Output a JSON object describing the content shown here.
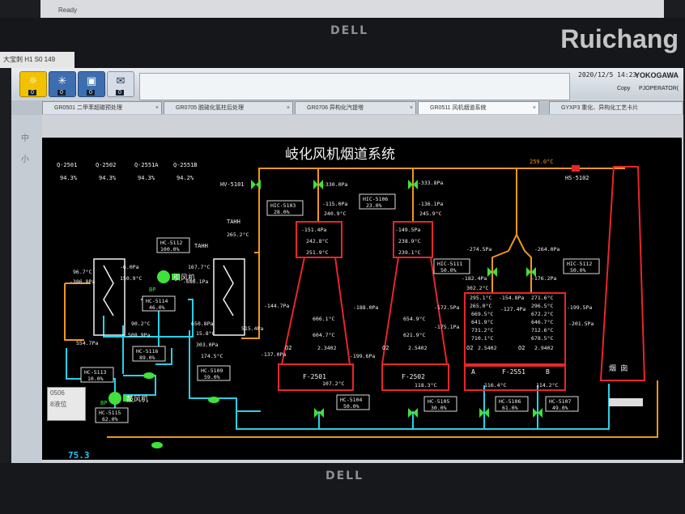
{
  "upper_monitor": {
    "status": "Ready",
    "brand": "DELL"
  },
  "watermark": "Ruichang",
  "sticker": "大宝刺 H1 S0 149",
  "toolbar": {
    "buttons": [
      {
        "icon": "alarm-bell-icon",
        "badge": "0"
      },
      {
        "icon": "process-alarm-icon",
        "badge": "0"
      },
      {
        "icon": "system-alarm-icon",
        "badge": "0"
      },
      {
        "icon": "message-icon",
        "badge": "0"
      }
    ],
    "datetime": "2020/12/5 14:23",
    "brand": "YOKOGAWA",
    "copy": "Copy",
    "operator": "PJOPERATOR("
  },
  "tabs": [
    {
      "label": "GR0501 二甲苯超碳预处理"
    },
    {
      "label": "GR0705 脱硫化氢柱后处理"
    },
    {
      "label": "GR0706 异构化汽提塔"
    },
    {
      "label": "GR0511 风机烟道系统"
    },
    {
      "label": "GYXP3 重化、异构化工艺卡片"
    }
  ],
  "sidebar": {
    "items": [
      "中",
      "小"
    ]
  },
  "graphic": {
    "title": "岐化风机烟道系统",
    "o2_readings": [
      {
        "tag": "Q-2501",
        "value": "94.3%"
      },
      {
        "tag": "Q-2502",
        "value": "94.3%"
      },
      {
        "tag": "Q-2551A",
        "value": "94.3%"
      },
      {
        "tag": "Q-2551B",
        "value": "94.2%"
      }
    ],
    "hv": "HV-5101",
    "hs": "HS-5102",
    "flue_gas_top_temp": "259.0°C",
    "controllers": [
      {
        "tag": "HIC-5103",
        "value": "28.0%"
      },
      {
        "tag": "HIC-5106",
        "value": "23.0%"
      },
      {
        "tag": "HIC-5111",
        "value": "50.0%"
      },
      {
        "tag": "HIC-5112",
        "value": "50.0%"
      },
      {
        "tag": "HC-5112",
        "value": "100.0%"
      },
      {
        "tag": "HC-5114",
        "value": "46.0%"
      },
      {
        "tag": "HC-5116",
        "value": "89.0%"
      },
      {
        "tag": "HC-5109",
        "value": "59.0%"
      },
      {
        "tag": "HC-5113",
        "value": "10.0%"
      },
      {
        "tag": "HC-5115",
        "value": "62.0%"
      },
      {
        "tag": "HC-5104",
        "value": "50.0%"
      },
      {
        "tag": "HC-5105",
        "value": "30.0%"
      },
      {
        "tag": "HC-5106",
        "value": "61.0%"
      },
      {
        "tag": "HC-5107",
        "value": "49.0%"
      }
    ],
    "labels": {
      "tahh1": "TAHH",
      "tahh2": "TAHH",
      "id_fan": "引风机",
      "fd_fan": "鼓风机",
      "bp": "BP",
      "chimney": "烟   囱",
      "o2": "O2",
      "a": "A",
      "b": "B"
    },
    "heaters": [
      {
        "name": "F-2501",
        "readings": [
          "-151.4Pa",
          "242.8°C",
          "251.9°C",
          "606.1°C",
          "604.7°C",
          "2.3402"
        ]
      },
      {
        "name": "F-2502",
        "readings": [
          "-149.5Pa",
          "238.9°C",
          "239.1°C",
          "654.9°C",
          "621.9°C",
          "2.5402"
        ]
      },
      {
        "name": "F-2551",
        "readings": [
          "295.1°C",
          "265.0°C",
          "669.5°C",
          "641.9°C",
          "731.2°C",
          "710.1°C",
          "2.5402",
          "271.6°C",
          "296.5°C",
          "672.2°C",
          "646.7°C",
          "712.6°C",
          "678.5°C",
          "2.9402"
        ]
      }
    ],
    "values": [
      "-330.0Pa",
      "-115.0Pa",
      "240.9°C",
      "-333.8Pa",
      "-136.1Pa",
      "245.9°C",
      "265.2°C",
      "-144.7Pa",
      "-188.0Pa",
      "-172.5Pa",
      "-175.1Pa",
      "-274.5Pa",
      "-264.0Pa",
      "-182.4Pa",
      "302.2°C",
      "-154.8Pa",
      "-176.2Pa",
      "-127.4Pa",
      "-199.5Pa",
      "-201.5Pa",
      "96.7°C",
      "-386.8Pa",
      "-6.0Pa",
      "150.9°C",
      "167.7°C",
      "-686.1Pa",
      "90.2°C",
      "508.9Pa",
      "650.8Pa",
      "15.8°C",
      "515.4Pa",
      "554.7Pa",
      "303.0Pa",
      "174.5°C",
      "-137.0Pa",
      "-199.6Pa",
      "107.2°C",
      "118.3°C",
      "116.4°C",
      "114.2°C"
    ],
    "status_value": "75.3"
  },
  "popup": {
    "lines": [
      "0506",
      "8液位"
    ]
  },
  "colors": {
    "orange": "#f0961e",
    "red": "#e8262a",
    "cyan": "#2ad0e6",
    "green": "#3ee23a",
    "white": "#f2f2f2"
  }
}
